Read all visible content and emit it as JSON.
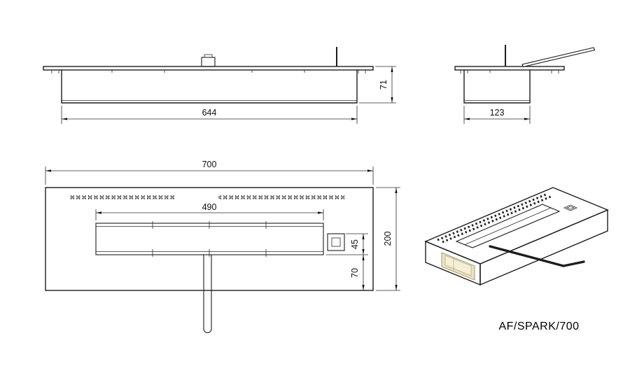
{
  "drawing": {
    "product_label": "AF/SPARK/700",
    "line_color": "#1c1c1c",
    "tank_fill_color": "#ece2bf",
    "views": {
      "front": {
        "name": "front-elevation",
        "dims": {
          "width": "644",
          "height": "71"
        }
      },
      "side": {
        "name": "side-elevation",
        "dims": {
          "width": "123"
        }
      },
      "plan": {
        "name": "plan-view",
        "dims": {
          "overall_width": "700",
          "burner_slot_width": "490",
          "overall_depth": "200",
          "igniter_depth": "45",
          "edge_offset": "70"
        }
      },
      "iso": {
        "name": "isometric-view"
      }
    }
  }
}
